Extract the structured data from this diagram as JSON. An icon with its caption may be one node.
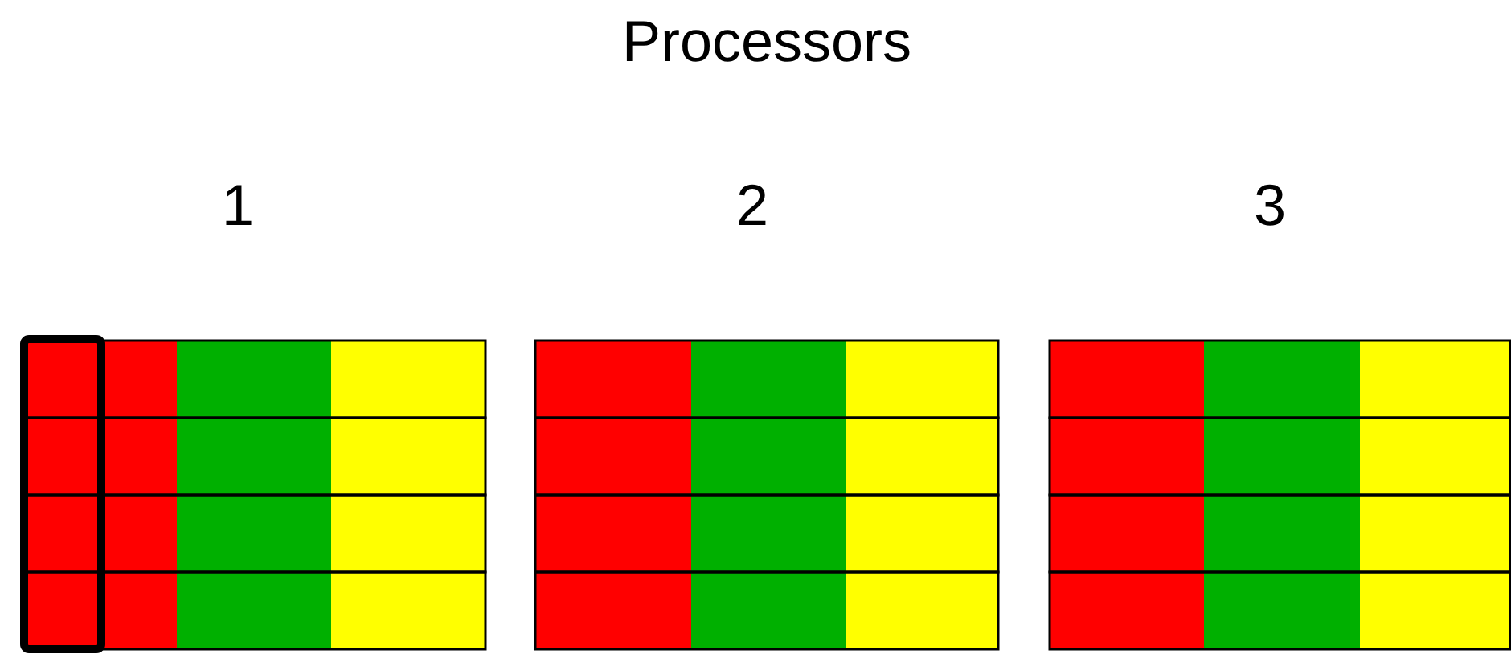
{
  "diagram": {
    "title": "Processors",
    "labels": [
      "1",
      "2",
      "3"
    ]
  }
}
